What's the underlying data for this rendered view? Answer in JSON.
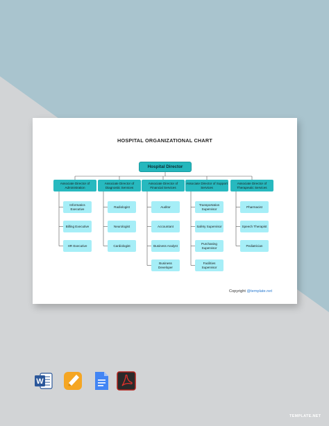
{
  "chart": {
    "title": "HOSPITAL ORGANIZATIONAL CHART",
    "root": "Hospital Director",
    "directors": [
      "Associate Director of Administration",
      "Associate Director of Diagnostic Services",
      "Associate Director of Financial Services",
      "Associate Director of Support Services",
      "Associate Director of Therapeutic Services"
    ],
    "staff": [
      [
        "Informatics Executive",
        "Billing Executive",
        "HR Executive"
      ],
      [
        "Radiologist",
        "Neurologist",
        "Cardiologist"
      ],
      [
        "Auditor",
        "Accountant",
        "Business Analyst",
        "Business Developer"
      ],
      [
        "Transportation Supervisor",
        "Safety Supervisor",
        "Purchasing Supervisor",
        "Facilities Supervisor"
      ],
      [
        "Pharmacist",
        "Speech Therapist",
        "Pediatrician"
      ]
    ]
  },
  "copyright": {
    "prefix": "Copyright",
    "brand": "@template.net"
  },
  "formats": [
    {
      "icon": "word-icon",
      "letter": "W",
      "color": "#2b579a"
    },
    {
      "icon": "pages-icon",
      "color": "#f5a623"
    },
    {
      "icon": "google-docs-icon",
      "color": "#4285f4"
    },
    {
      "icon": "pdf-icon",
      "color": "#b3211b"
    }
  ],
  "watermark": "TEMPLATE.NET",
  "colors": {
    "root": "#24b7bd",
    "director": "#27b9bf",
    "staff": "#a6eef7",
    "background_blue": "#a9c4ce",
    "background_grey": "#d2d4d6"
  }
}
